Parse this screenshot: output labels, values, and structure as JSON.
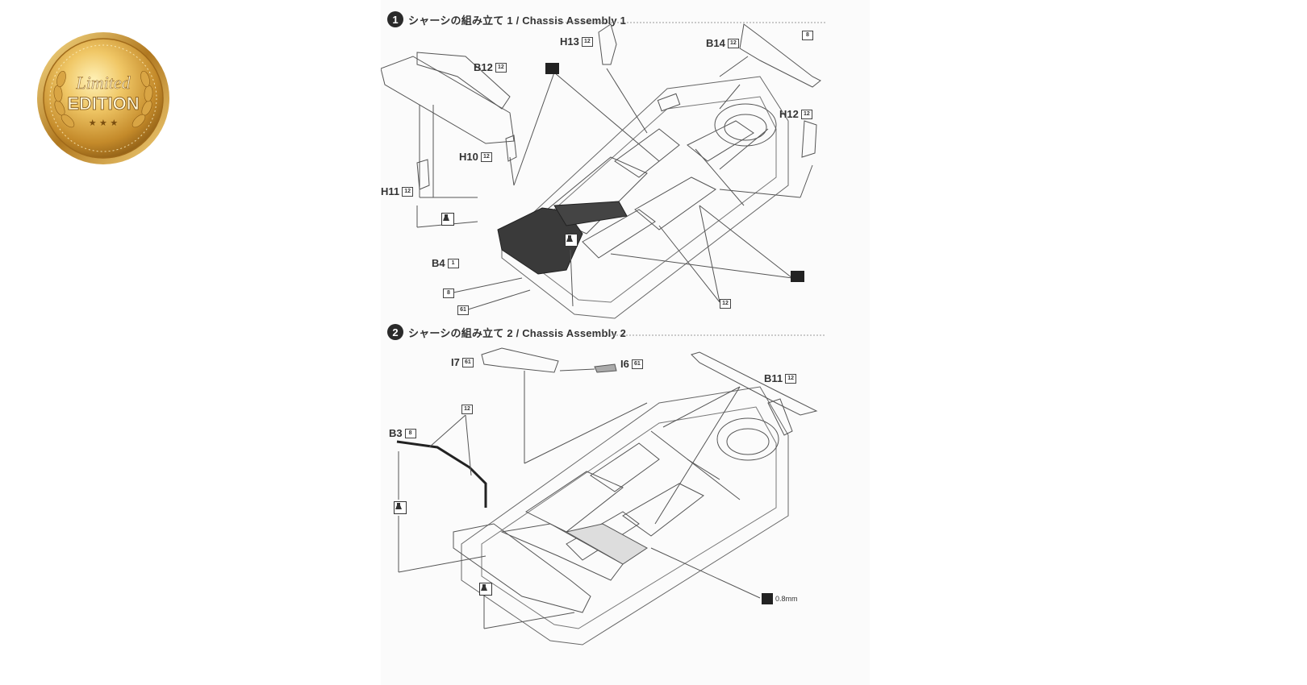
{
  "badge": {
    "line1": "Limited",
    "line2": "EDITION",
    "stars": "★ ★ ★",
    "icon": "limited-edition-seal-icon"
  },
  "steps": [
    {
      "number": "1",
      "title": "シャーシの組み立て 1 / Chassis Assembly 1",
      "parts": [
        {
          "code": "B12",
          "gate": "12"
        },
        {
          "code": "H13",
          "gate": "12"
        },
        {
          "code": "B14",
          "gate": "12"
        },
        {
          "code": "H12",
          "gate": "12"
        },
        {
          "code": "H10",
          "gate": "12"
        },
        {
          "code": "H11",
          "gate": "12"
        },
        {
          "code": "B4",
          "gate": "1"
        }
      ],
      "tags": [
        "8",
        "8",
        "61",
        "12"
      ]
    },
    {
      "number": "2",
      "title": "シャーシの組み立て 2 / Chassis Assembly 2",
      "parts": [
        {
          "code": "I7",
          "gate": "61"
        },
        {
          "code": "I6",
          "gate": "61"
        },
        {
          "code": "B11",
          "gate": "12"
        },
        {
          "code": "B3",
          "gate": "8"
        }
      ],
      "tags": [
        "12"
      ],
      "drill": {
        "icon": "drill-hole-icon",
        "size": "0.8mm"
      }
    }
  ],
  "colors": {
    "ink": "#333333",
    "line": "#555555",
    "gold_light": "#f3d27a",
    "gold_dark": "#9a6a1c"
  }
}
